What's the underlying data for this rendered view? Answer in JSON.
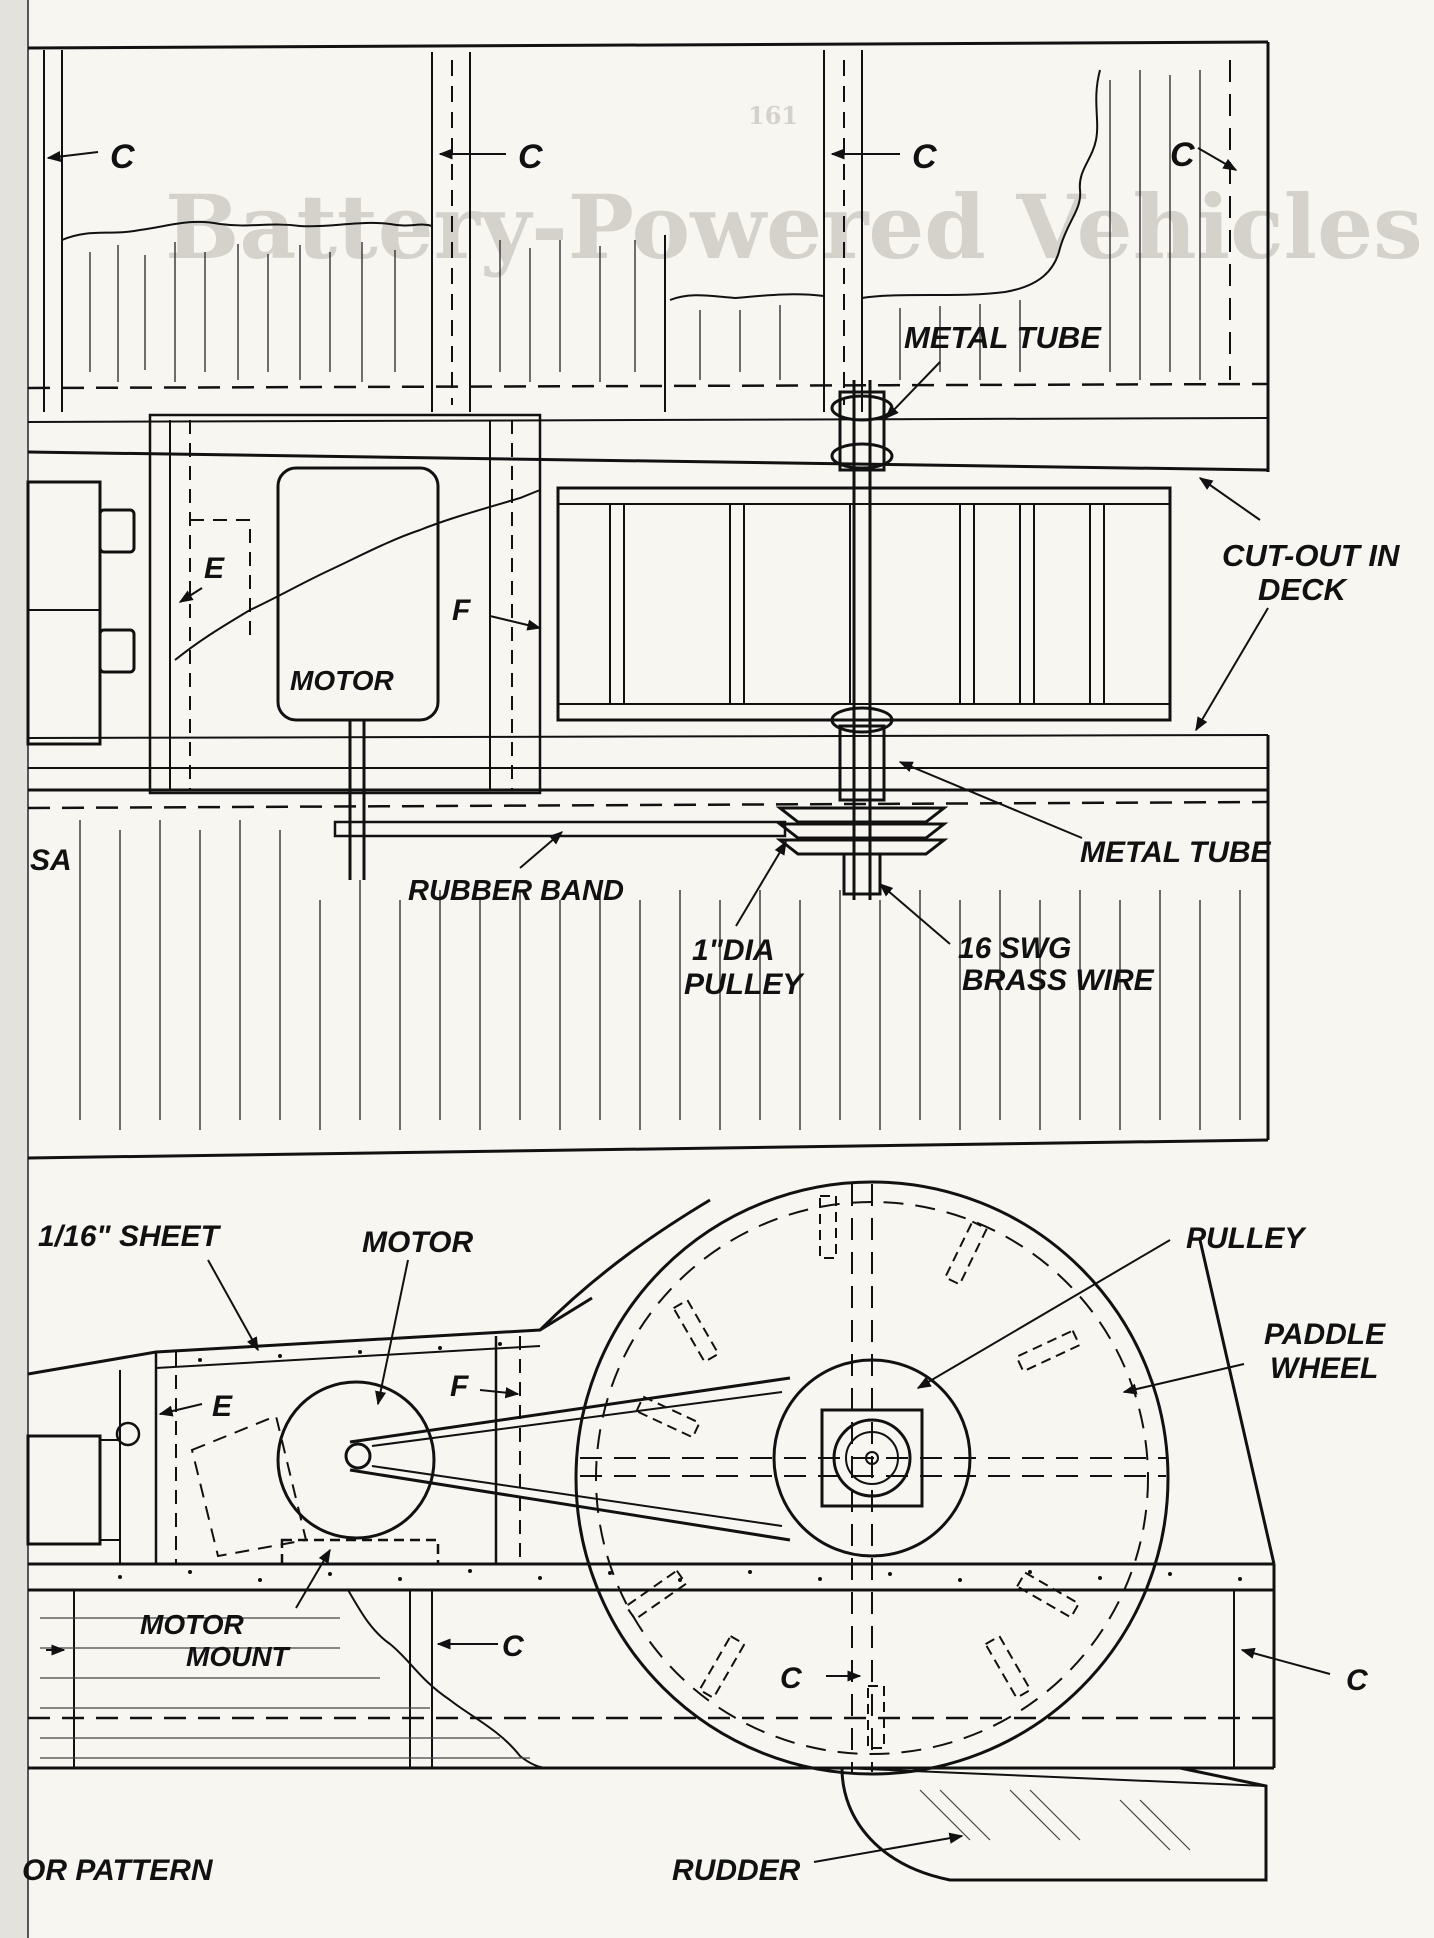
{
  "background_page": {
    "page_number": "161",
    "heading": "Battery-Powered Vehicles"
  },
  "top_view": {
    "labels": {
      "c1": "C",
      "c2": "C",
      "c3": "C",
      "c4": "C",
      "metal_tube_top": "METAL TUBE",
      "cut_out_line1": "CUT-OUT IN",
      "cut_out_line2": "DECK",
      "e": "E",
      "f": "F",
      "motor": "MOTOR",
      "sa": "SA",
      "rubber_band": "RUBBER BAND",
      "metal_tube_bottom": "METAL TUBE",
      "pulley_line1": "1\"DIA",
      "pulley_line2": "PULLEY",
      "wire_line1": "16 SWG",
      "wire_line2": "BRASS WIRE"
    }
  },
  "side_view": {
    "labels": {
      "sheet": "1/16\" SHEET",
      "motor": "MOTOR",
      "pulley": "PULLEY",
      "paddle_line1": "PADDLE",
      "paddle_line2": "WHEEL",
      "e": "E",
      "f": "F",
      "motor_mount_line1": "MOTOR",
      "motor_mount_line2": "MOUNT",
      "c_mid": "C",
      "c_wheel": "C",
      "c_right": "C",
      "rudder": "RUDDER",
      "pattern": "OR PATTERN"
    }
  }
}
